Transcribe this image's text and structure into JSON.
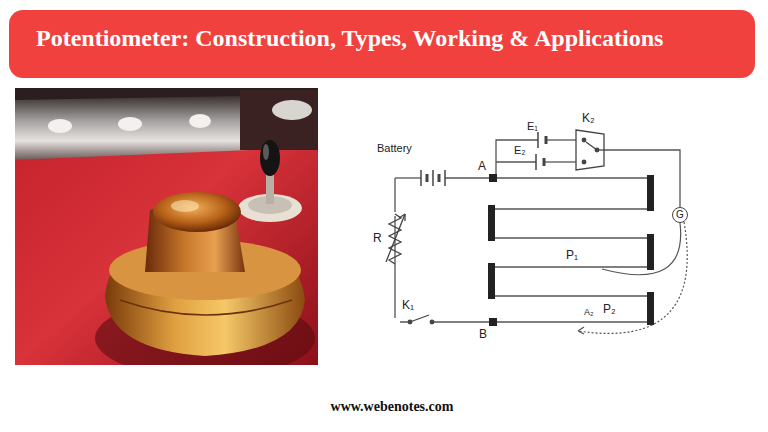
{
  "diagram": {
    "title": "Potentiometer: Construction, Types, Working & Applications",
    "nodes": [
      {
        "text": [
          "G"
        ]
      }
    ],
    "labels": [
      "Battery",
      "A",
      "B",
      "R",
      "K₁",
      "E₁",
      "E₂",
      "K₂",
      "P₁",
      "P₂",
      "A₂",
      "www.webenotes.com"
    ]
  }
}
